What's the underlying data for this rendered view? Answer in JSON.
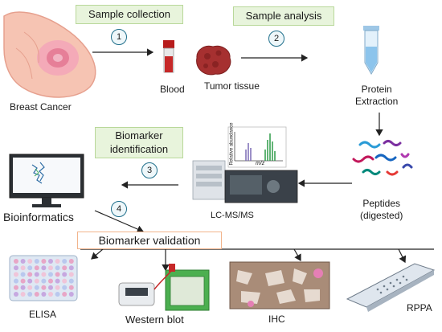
{
  "stages": {
    "collection": "Sample collection",
    "analysis": "Sample analysis",
    "identification_line1": "Biomarker",
    "identification_line2": "identification",
    "validation": "Biomarker validation"
  },
  "steps": [
    "1",
    "2",
    "3",
    "4"
  ],
  "items": {
    "breast_cancer": "Breast Cancer",
    "blood": "Blood",
    "tumor_tissue": "Tumor tissue",
    "protein_line1": "Protein",
    "protein_line2": "Extraction",
    "peptides_line1": "Peptides",
    "peptides_line2": "(digested)",
    "lcms": "LC-MS/MS",
    "bioinformatics": "Bioinformatics",
    "elisa": "ELISA",
    "western_blot": "Western blot",
    "ihc": "IHC",
    "rppa": "RPPA"
  },
  "spectrum": {
    "y_label": "Relative abundance",
    "x_label": "m/z"
  }
}
